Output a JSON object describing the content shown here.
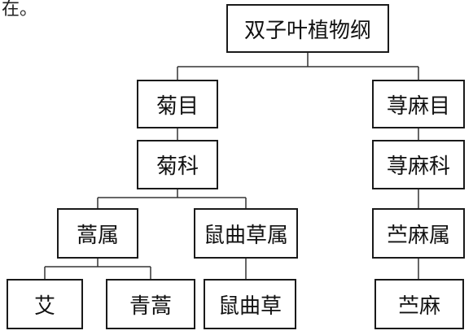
{
  "page_fragment": "在。",
  "tree": {
    "root": "双子叶植物纲",
    "orders": [
      {
        "label": "菊目",
        "family": "菊科",
        "genera": [
          {
            "label": "蒿属",
            "species": [
              "艾",
              "青蒿"
            ]
          },
          {
            "label": "鼠曲草属",
            "species": [
              "鼠曲草"
            ]
          }
        ]
      },
      {
        "label": "荨麻目",
        "family": "荨麻科",
        "genera": [
          {
            "label": "苎麻属",
            "species": [
              "苎麻"
            ]
          }
        ]
      }
    ]
  }
}
